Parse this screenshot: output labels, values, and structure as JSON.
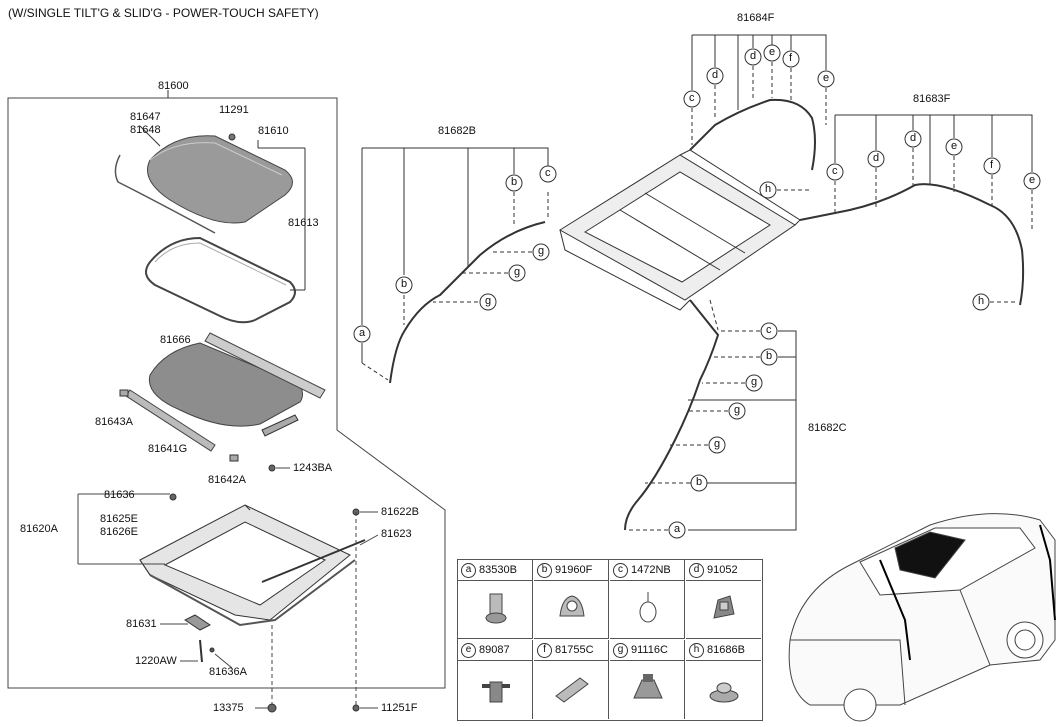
{
  "header": {
    "note": "(W/SINGLE TILT'G & SLID'G - POWER-TOUCH SAFETY)"
  },
  "parts": {
    "p81600": "81600",
    "p81647": "81647",
    "p81648": "81648",
    "p11291": "11291",
    "p81610": "81610",
    "p81613": "81613",
    "p81666": "81666",
    "p81643A": "81643A",
    "p81641G": "81641G",
    "p81642A": "81642A",
    "p1243BA": "1243BA",
    "p81636": "81636",
    "p81620A": "81620A",
    "p81625E": "81625E",
    "p81626E": "81626E",
    "p81622B": "81622B",
    "p81623": "81623",
    "p81631": "81631",
    "p1220AW": "1220AW",
    "p81636A": "81636A",
    "p13375": "13375",
    "p11251F": "11251F",
    "p81682B": "81682B",
    "p81684F": "81684F",
    "p81683F": "81683F",
    "p81682C": "81682C"
  },
  "legend": {
    "cells": [
      {
        "letter": "a",
        "part": "83530B",
        "icon": "elbow-connector-icon"
      },
      {
        "letter": "b",
        "part": "91960F",
        "icon": "clip-icon"
      },
      {
        "letter": "c",
        "part": "1472NB",
        "icon": "cable-tie-icon"
      },
      {
        "letter": "d",
        "part": "91052",
        "icon": "bracket-clip-icon"
      },
      {
        "letter": "e",
        "part": "89087",
        "icon": "band-clip-icon"
      },
      {
        "letter": "f",
        "part": "81755C",
        "icon": "plate-clip-icon"
      },
      {
        "letter": "g",
        "part": "91116C",
        "icon": "push-clip-icon"
      },
      {
        "letter": "h",
        "part": "81686B",
        "icon": "grommet-icon"
      }
    ]
  },
  "callouts": {
    "a": "a",
    "b": "b",
    "c": "c",
    "d": "d",
    "e": "e",
    "f": "f",
    "g": "g",
    "h": "h"
  }
}
